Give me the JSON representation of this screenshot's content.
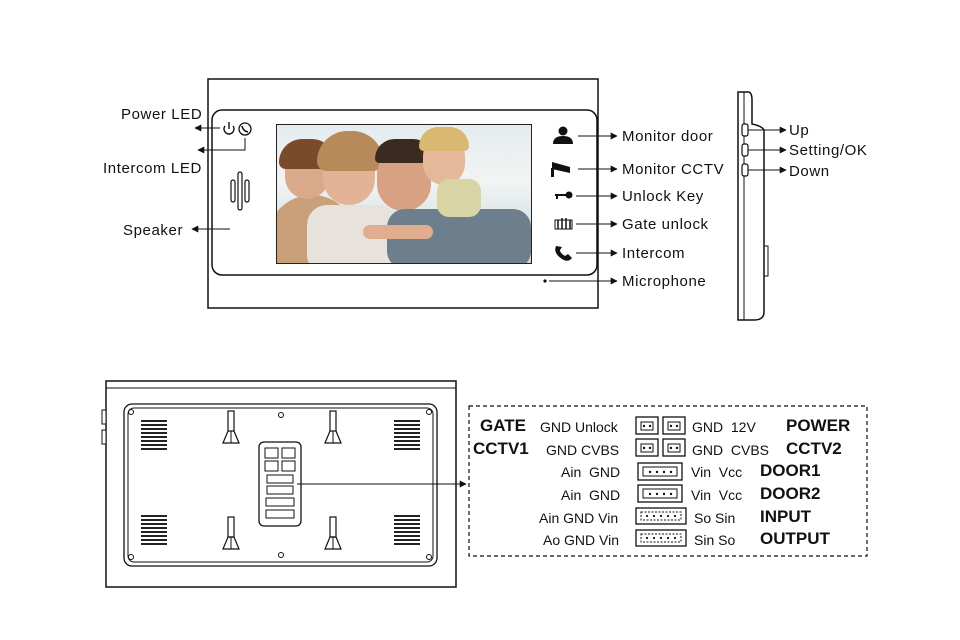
{
  "front_left_labels": {
    "power_led": "Power LED",
    "intercom_led": "Intercom LED",
    "speaker": "Speaker"
  },
  "front_right_labels": {
    "monitor_door": "Monitor door",
    "monitor_cctv": "Monitor CCTV",
    "unlock_key": "Unlock Key",
    "gate_unlock": "Gate unlock",
    "intercom": "Intercom",
    "microphone": "Microphone"
  },
  "side_labels": {
    "up": "Up",
    "setting_ok": "Setting/OK",
    "down": "Down"
  },
  "wiring": {
    "gate": {
      "title": "GATE",
      "pins": "GND Unlock"
    },
    "power": {
      "title": "POWER",
      "pins": "GND  12V"
    },
    "cctv1": {
      "title": "CCTV1",
      "pins": "GND CVBS"
    },
    "cctv2": {
      "title": "CCTV2",
      "pins": "GND  CVBS"
    },
    "door1": {
      "title": "DOOR1",
      "left_pins": "Ain  GND",
      "right_pins": "Vin  Vcc"
    },
    "door2": {
      "title": "DOOR2",
      "left_pins": "Ain  GND",
      "right_pins": "Vin  Vcc"
    },
    "input": {
      "title": "INPUT",
      "left_pins": "Ain GND Vin",
      "right_pins": "So Sin"
    },
    "output": {
      "title": "OUTPUT",
      "left_pins": "Ao GND Vin",
      "right_pins": "Sin So"
    }
  },
  "icons": {
    "power_led": "power-icon",
    "intercom_led": "intercom-led-icon",
    "monitor_door": "person-icon",
    "monitor_cctv": "camera-icon",
    "unlock_key": "key-icon",
    "gate_unlock": "gate-icon",
    "intercom": "handset-icon"
  }
}
